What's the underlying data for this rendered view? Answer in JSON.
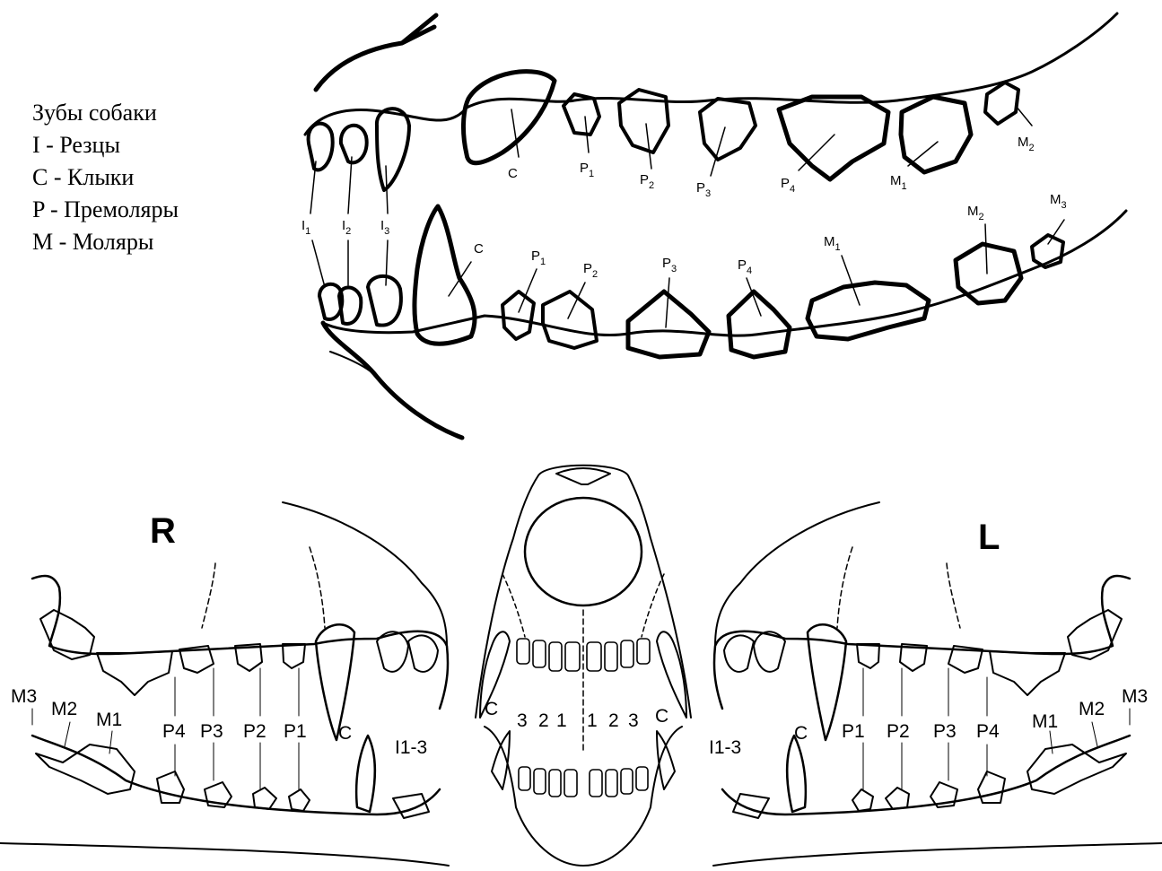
{
  "legend": {
    "title": "Зубы собаки",
    "items": [
      "I - Резцы",
      "C - Клыки",
      "P - Премоляры",
      "M - Моляры"
    ]
  },
  "top_diagram": {
    "upper": [
      {
        "id": "c",
        "label": "C"
      },
      {
        "id": "p1",
        "label": "P",
        "sub": "1"
      },
      {
        "id": "p2",
        "label": "P",
        "sub": "2"
      },
      {
        "id": "p3",
        "label": "P",
        "sub": "3"
      },
      {
        "id": "p4",
        "label": "P",
        "sub": "4"
      },
      {
        "id": "m1",
        "label": "M",
        "sub": "1"
      },
      {
        "id": "m2",
        "label": "M",
        "sub": "2"
      }
    ],
    "middle": [
      {
        "id": "i1",
        "label": "I",
        "sub": "1"
      },
      {
        "id": "i2",
        "label": "I",
        "sub": "2"
      },
      {
        "id": "i3",
        "label": "I",
        "sub": "3"
      }
    ],
    "lower": [
      {
        "id": "c",
        "label": "C"
      },
      {
        "id": "p1",
        "label": "P",
        "sub": "1"
      },
      {
        "id": "p2",
        "label": "P",
        "sub": "2"
      },
      {
        "id": "p3",
        "label": "P",
        "sub": "3"
      },
      {
        "id": "p4",
        "label": "P",
        "sub": "4"
      },
      {
        "id": "m1",
        "label": "M",
        "sub": "1"
      },
      {
        "id": "m2",
        "label": "M",
        "sub": "2"
      },
      {
        "id": "m3",
        "label": "M",
        "sub": "3"
      }
    ]
  },
  "bottom_diagram": {
    "right_side_letter": "R",
    "left_side_letter": "L",
    "right_labels": [
      "M3",
      "M2",
      "M1",
      "P4",
      "P3",
      "P2",
      "P1",
      "C",
      "I1-3"
    ],
    "front_labels": [
      "C",
      "3",
      "2",
      "1",
      "1",
      "2",
      "3",
      "C"
    ],
    "left_labels": [
      "I1-3",
      "C",
      "P1",
      "P2",
      "P3",
      "P4",
      "M1",
      "M2",
      "M3"
    ]
  }
}
